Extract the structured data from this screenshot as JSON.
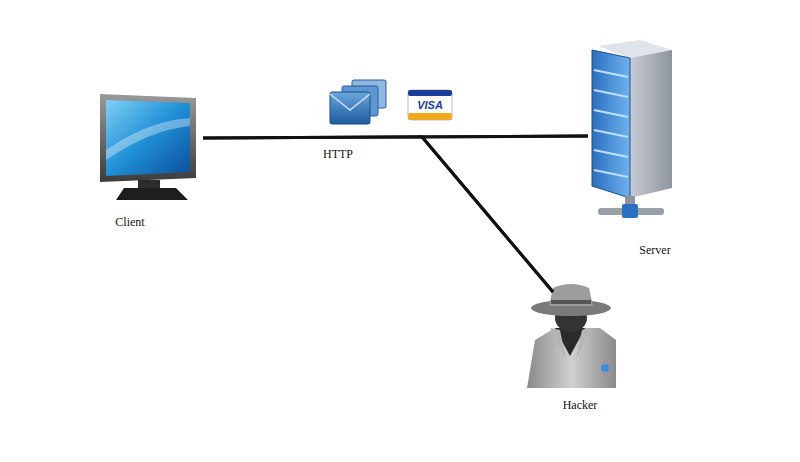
{
  "diagram": {
    "nodes": [
      {
        "text": [
          "Client"
        ]
      },
      {
        "text": [
          "Server"
        ]
      },
      {
        "text": [
          "Hacker"
        ]
      }
    ],
    "edges": [
      {
        "from": 0,
        "to": 1,
        "label": "HTTP",
        "arrow": "none"
      },
      {
        "from": 0,
        "to": 2,
        "arrow": "none"
      },
      {
        "from": 1,
        "to": 2,
        "arrow": "none"
      }
    ],
    "labels": [
      "VISA"
    ]
  }
}
